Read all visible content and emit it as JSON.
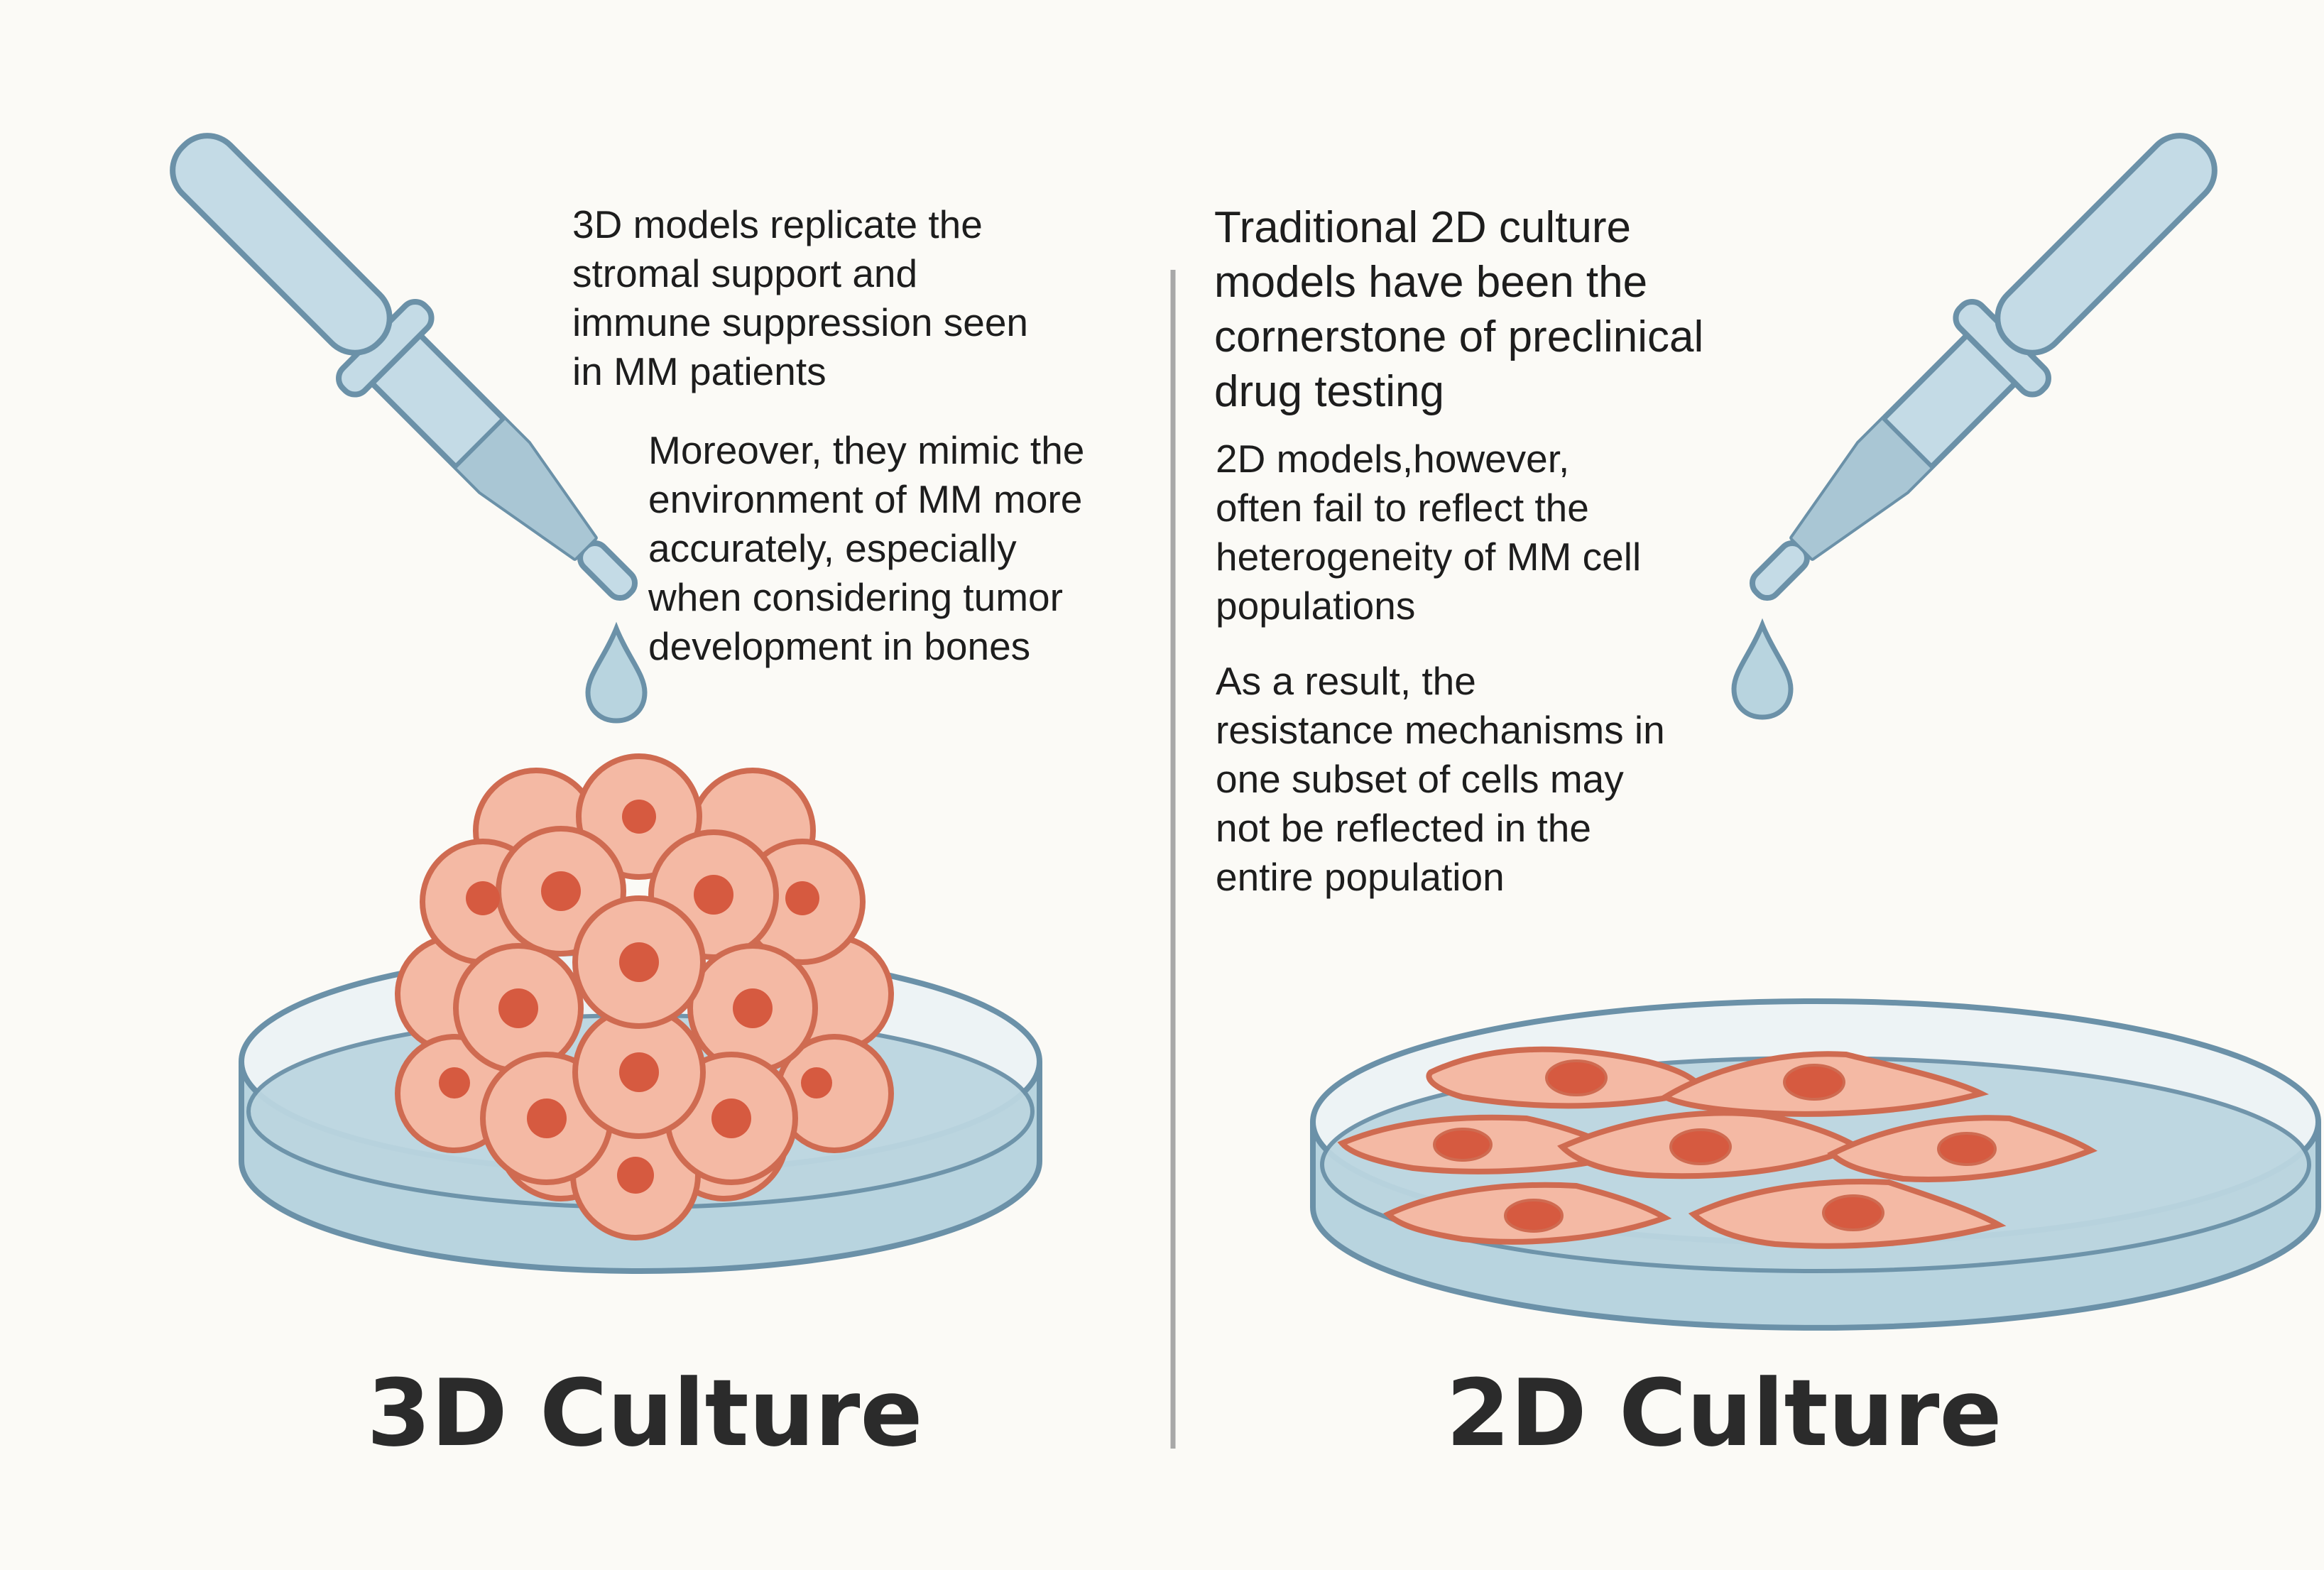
{
  "left_panel": {
    "paragraph_1": "3D models replicate the\nstromal support and\nimmune suppression seen\nin MM patients",
    "paragraph_2": "Moreover, they mimic the\nenvironment of MM more\naccurately, especially\nwhen considering tumor\ndevelopment in bones",
    "label": "3D Culture"
  },
  "right_panel": {
    "paragraph_1": "Traditional 2D culture\nmodels have been the\ncornerstone of preclinical\ndrug testing",
    "paragraph_2": "2D models,however,\noften fail to reflect the\nheterogeneity of MM cell\npopulations",
    "paragraph_3": "As a result, the\nresistance mechanisms in\none subset of cells may\nnot be reflected in the\nentire population",
    "label": "2D Culture"
  },
  "colors": {
    "background": "#fbfaf6",
    "pipette_fill": "#c4dbe6",
    "pipette_outline": "#6b91a8",
    "dish_fill": "#b8d4df",
    "cell_fill": "#f4b9a4",
    "cell_outline": "#cf6b51",
    "nucleus": "#d65a40",
    "divider": "#a8a8a8"
  }
}
